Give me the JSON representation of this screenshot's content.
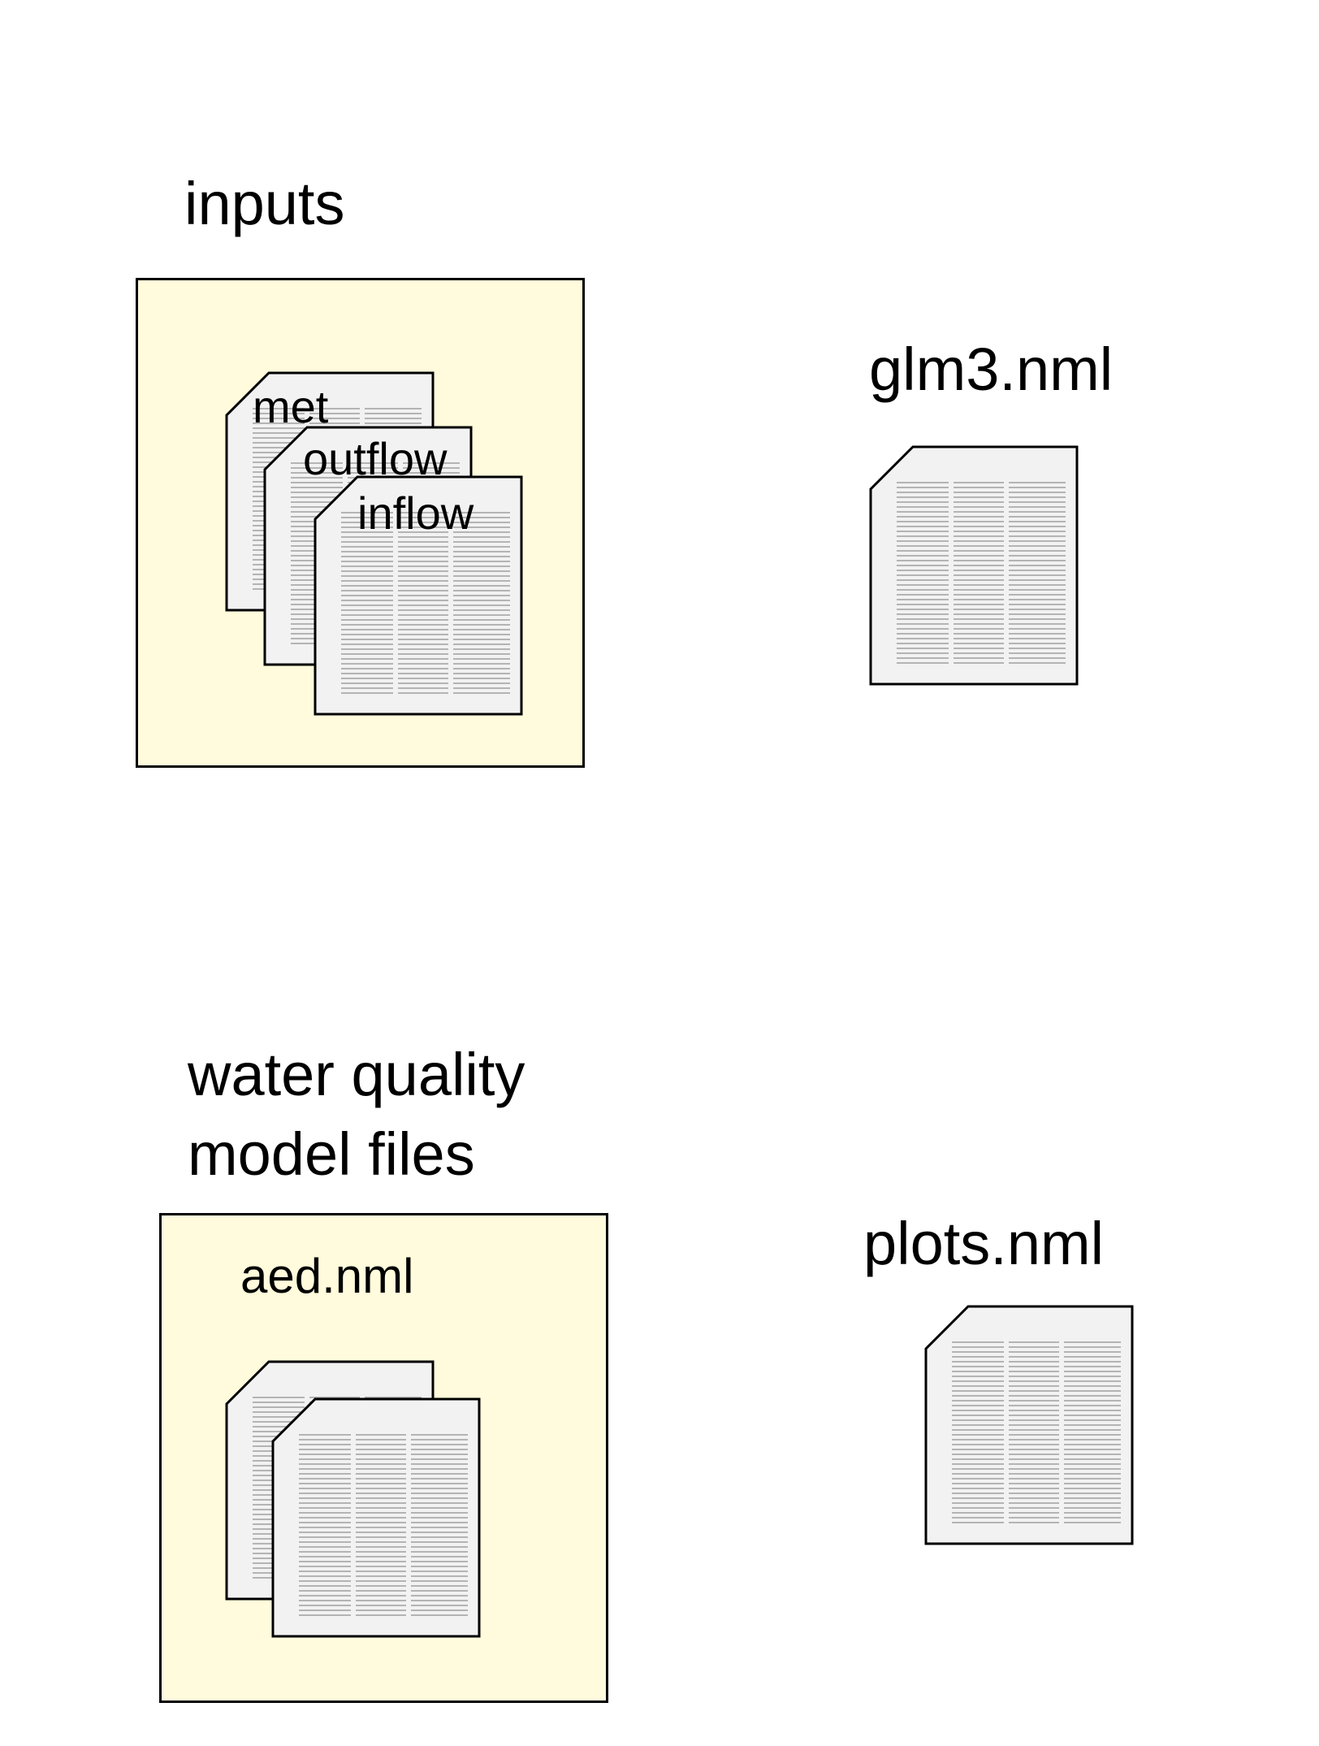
{
  "groups": {
    "inputs": {
      "title": "inputs",
      "files": [
        {
          "label": "met"
        },
        {
          "label": "outflow"
        },
        {
          "label": "inflow"
        }
      ]
    },
    "water_quality": {
      "title_line1": "water quality",
      "title_line2": "model files",
      "subtitle": "aed.nml"
    }
  },
  "standalone_files": {
    "glm3": {
      "label": "glm3.nml"
    },
    "plots": {
      "label": "plots.nml"
    }
  },
  "colors": {
    "group_background": "#fffbdc",
    "document_fill": "#f2f2f2",
    "document_lines": "#a0a0a0",
    "outline": "#000000"
  },
  "icons": {
    "document": "document-icon"
  }
}
